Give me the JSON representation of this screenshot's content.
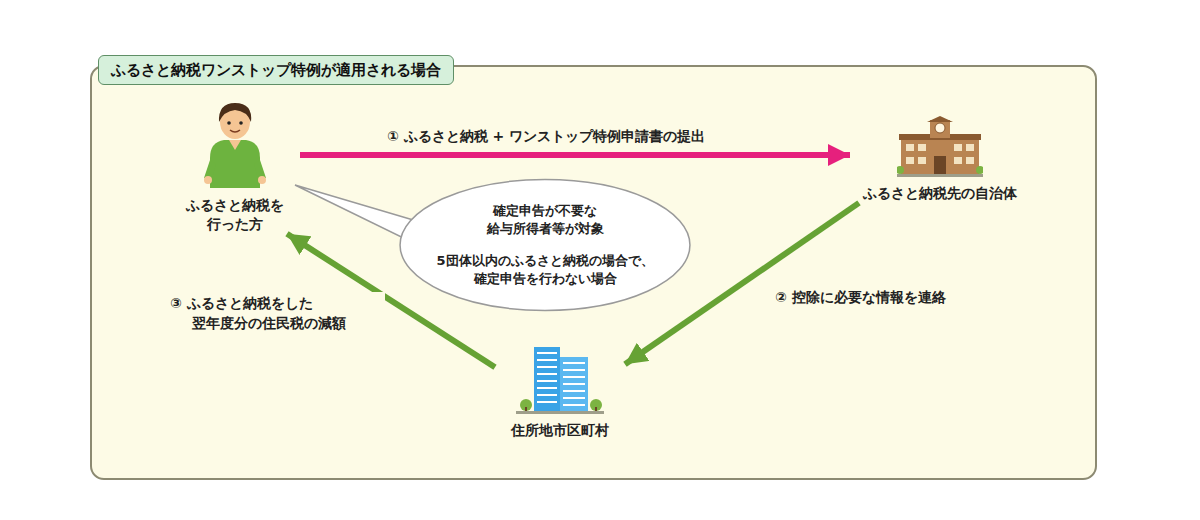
{
  "diagram": {
    "title": "ふるさと納税ワンストップ特例が適用される場合",
    "nodes": [
      {
        "text": [
          "ふるさと納税を 行った方"
        ]
      },
      {
        "text": [
          "ふるさと納税先の自治体"
        ]
      },
      {
        "text": [
          "住所地市区町村"
        ]
      },
      {
        "text": [
          "確定申告が不要な 給与所得者等が対象",
          "5団体以内のふるさと納税の場合で、 確定申告を行わない場合"
        ]
      }
    ],
    "edges": [
      {
        "from": 0,
        "to": 1,
        "label": "① ふるさと納税 + ワンストップ特例申請書の提出",
        "arrow": "to"
      },
      {
        "from": 1,
        "to": 2,
        "label": "② 控除に必要な情報を連絡",
        "arrow": "to"
      },
      {
        "from": 2,
        "to": 0,
        "label": "③ ふるさと納税をした 翌年度分の住民税の減額",
        "arrow": "to"
      }
    ]
  }
}
